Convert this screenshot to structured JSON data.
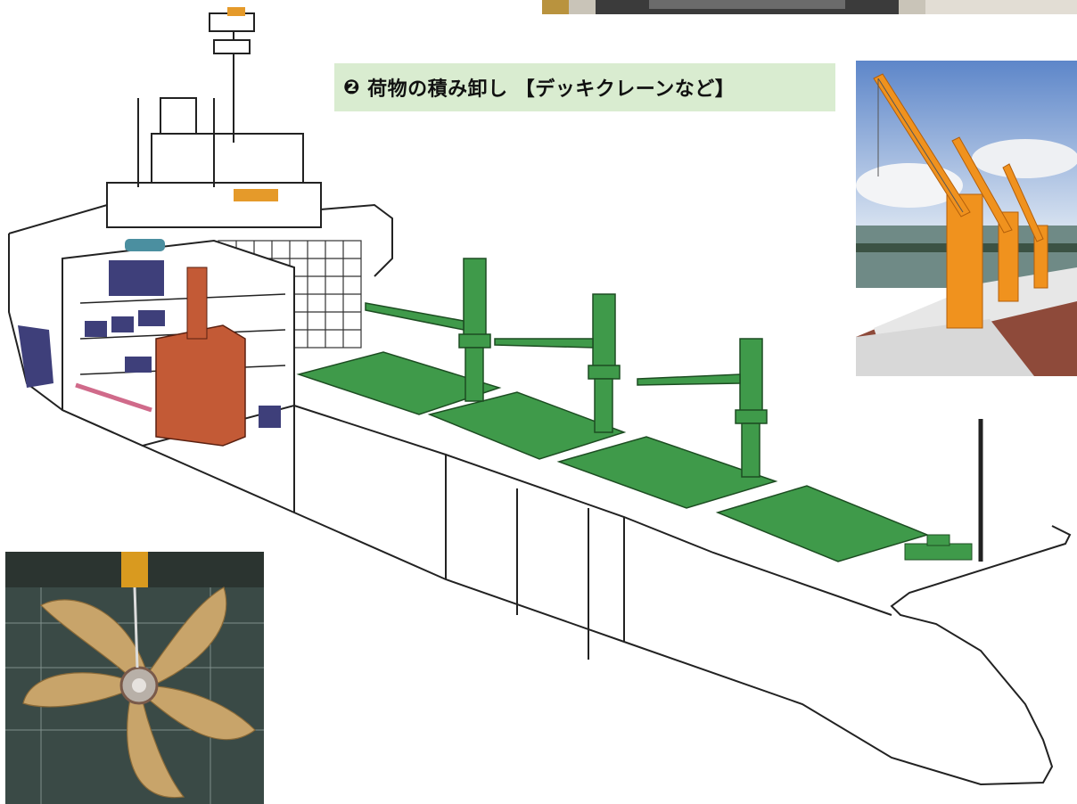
{
  "caption": {
    "marker": "❷",
    "text": "荷物の積み卸し 【デッキクレーンなど】"
  },
  "colors": {
    "crane_green": "#3f9a4a",
    "engine_red": "#c35a36",
    "machinery_navy": "#3e3f7a",
    "lifeboat_teal": "#4b8fa0",
    "deck_orange": "#e59a2a",
    "caption_bg": "#d9ecd0",
    "crane_orange": "#f0921e"
  },
  "photos": [
    {
      "name": "deck-crane-photo",
      "subject": "orange deck cranes on cargo ship"
    },
    {
      "name": "propeller-photo",
      "subject": "five-blade ship propeller in workshop"
    },
    {
      "name": "top-strip-photo",
      "subject": "cropped photo edge"
    }
  ]
}
